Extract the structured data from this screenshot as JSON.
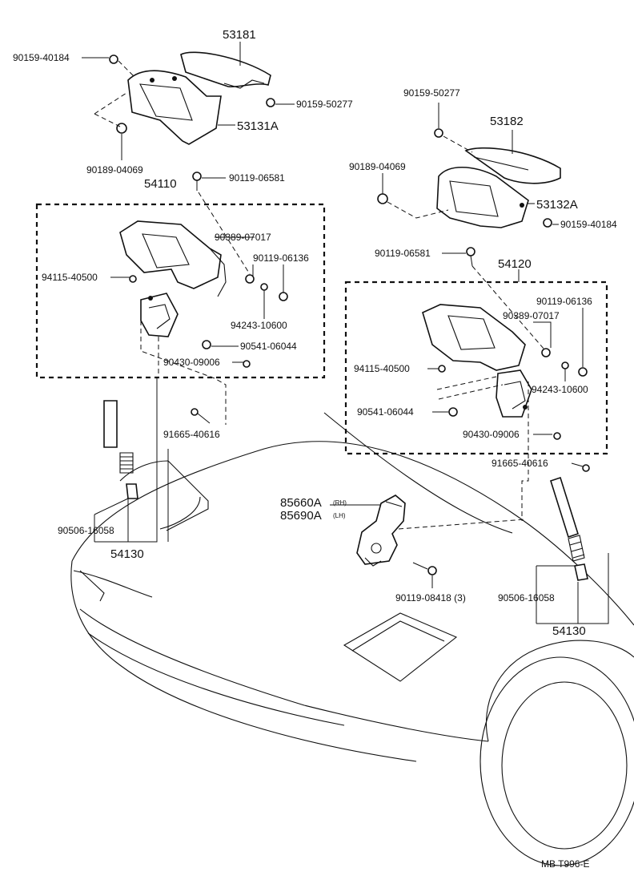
{
  "labels": {
    "p53181": "53181",
    "p90159_40184_top": "90159-40184",
    "p90159_50277_top": "90159-50277",
    "p53131A": "53131A",
    "p90189_04069_left": "90189-04069",
    "p54110": "54110",
    "p90119_06581_left": "90119-06581",
    "p90389_07017_left": "90389-07017",
    "p90119_06136_left": "90119-06136",
    "p94115_40500_left": "94115-40500",
    "p94243_10600_left": "94243-10600",
    "p90541_06044_left": "90541-06044",
    "p90430_09006_left": "90430-09006",
    "p91665_40616_left": "91665-40616",
    "p90506_16058_left": "90506-16058",
    "p54130_left": "54130",
    "p90159_50277_right": "90159-50277",
    "p53182": "53182",
    "p90189_04069_right": "90189-04069",
    "p53132A": "53132A",
    "p90159_40184_right": "90159-40184",
    "p90119_06581_right": "90119-06581",
    "p54120": "54120",
    "p90119_06136_right": "90119-06136",
    "p90389_07017_right": "90389-07017",
    "p94115_40500_right": "94115-40500",
    "p94243_10600_right": "94243-10600",
    "p90541_06044_right": "90541-06044",
    "p90430_09006_right": "90430-09006",
    "p91665_40616_right": "91665-40616",
    "p85660A": "85660A",
    "p85660A_side": "(RH)",
    "p85690A": "85690A",
    "p85690A_side": "(LH)",
    "p90119_08418": "90119-08418 (3)",
    "p90506_16058_right": "90506-16058",
    "p54130_right": "54130",
    "code": "MB  T996-E"
  }
}
